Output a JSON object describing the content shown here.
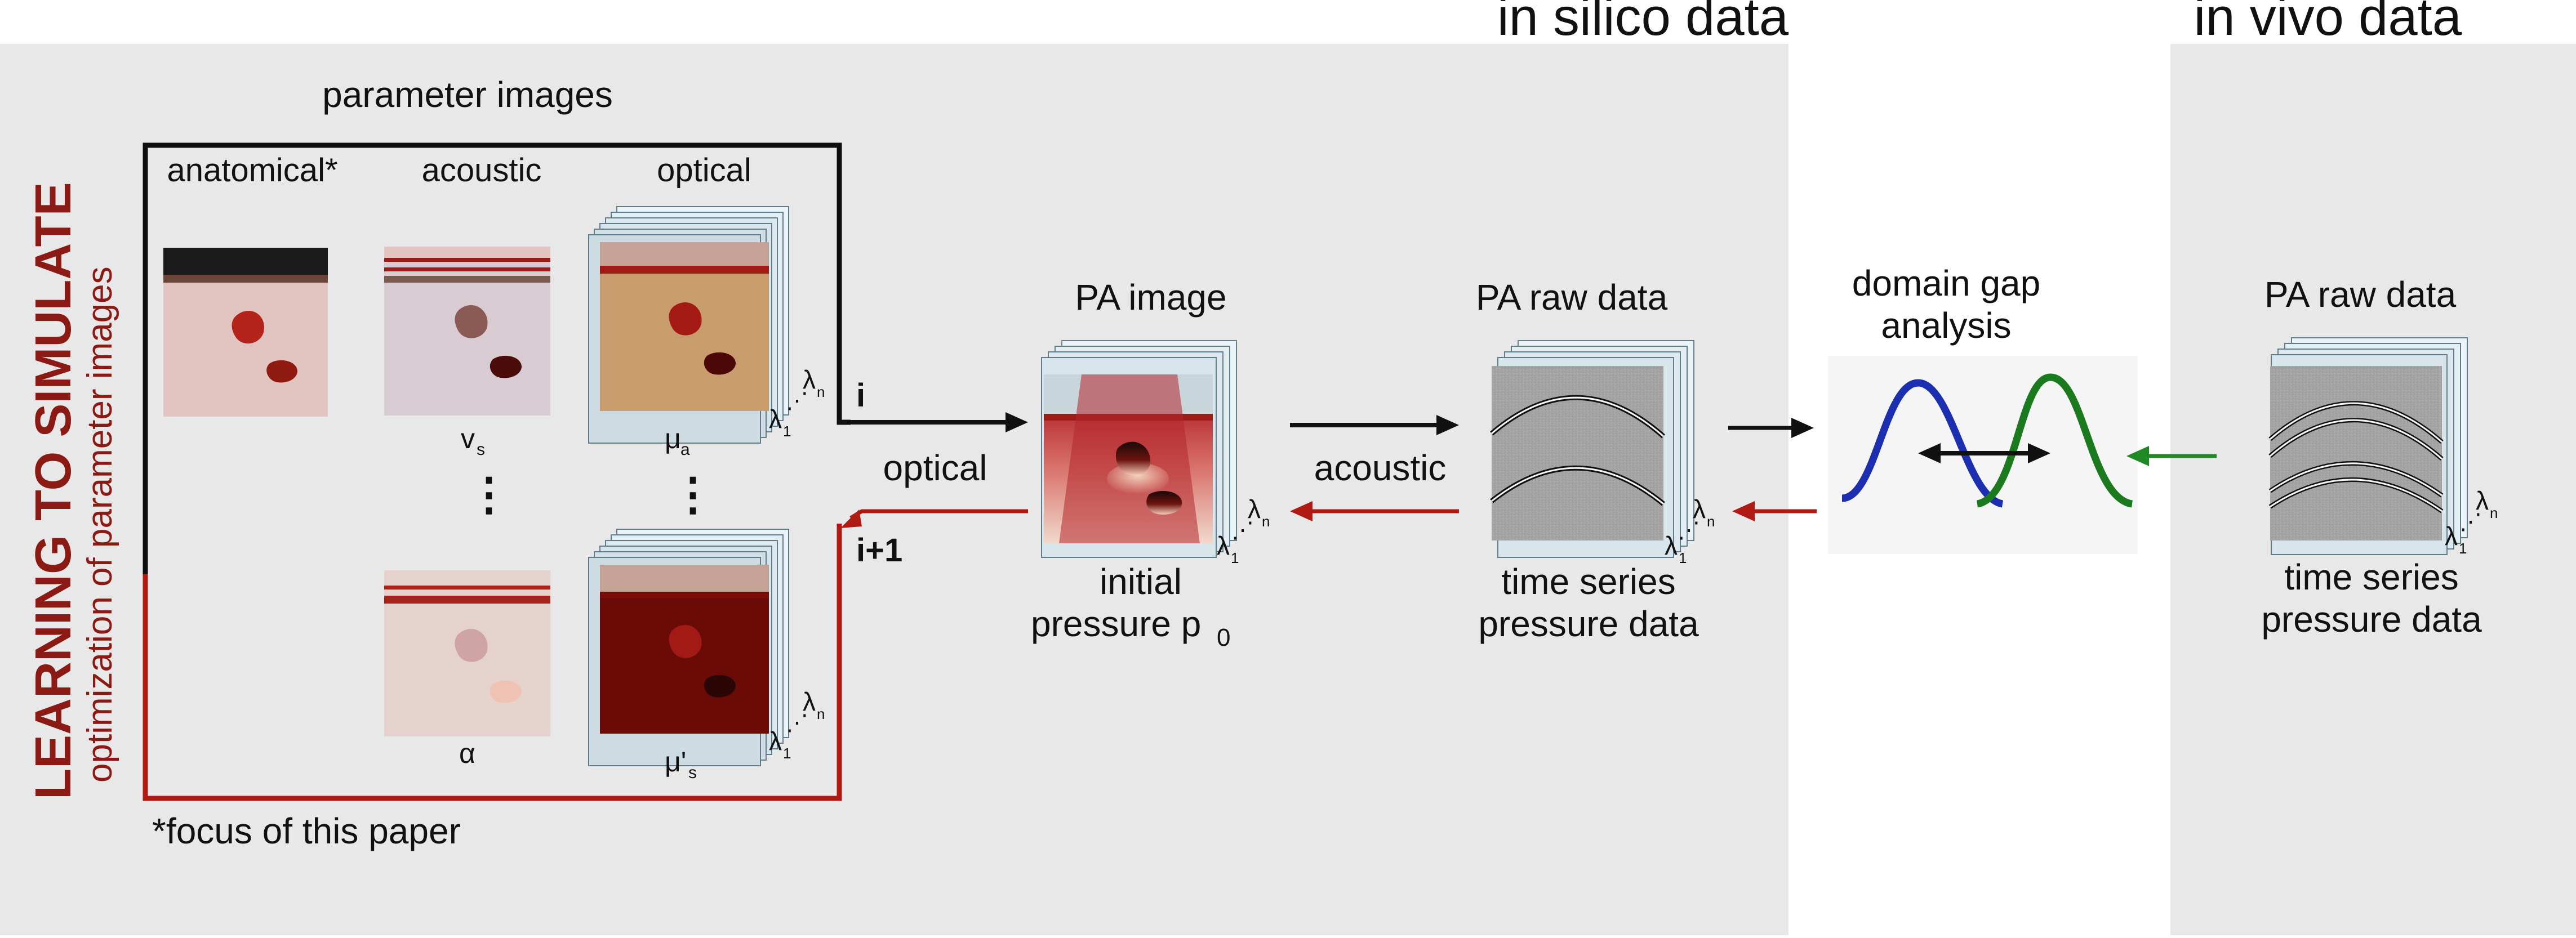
{
  "headers": {
    "in_silico": "in silico data",
    "in_vivo": "in vivo data"
  },
  "learning": {
    "title": "LEARNING TO SIMULATE",
    "subtitle": "optimization of parameter images"
  },
  "parameter_images": {
    "title": "parameter images",
    "anatomical": "anatomical*",
    "acoustic": "acoustic",
    "optical": "optical",
    "vs_main": "v",
    "vs_sub": "s",
    "mua_main": "μ",
    "mua_sub": "a",
    "alpha": "α",
    "mus_main": "μ'",
    "mus_sub": "s",
    "ellipsis": "⋮",
    "footnote": "*focus of this paper"
  },
  "wavelength": {
    "first": "λ",
    "first_sub": "1",
    "last": "λ",
    "last_sub": "n",
    "dots": "⋰"
  },
  "loop": {
    "i": "i",
    "i_plus_1": "i+1",
    "optical": "optical",
    "acoustic": "acoustic"
  },
  "pa_image": {
    "title": "PA image",
    "caption_line1": "initial",
    "caption_line2": "pressure p",
    "caption_sub": "0"
  },
  "pa_raw_silico": {
    "title": "PA raw data",
    "caption_line1": "time series",
    "caption_line2": "pressure data"
  },
  "domain_gap": {
    "title_line1": "domain gap",
    "title_line2": "analysis"
  },
  "pa_raw_vivo": {
    "title": "PA raw data",
    "caption_line1": "time series",
    "caption_line2": "pressure data"
  },
  "colors": {
    "panel_gray": "#e8e8e8",
    "loop_black": "#111111",
    "loop_red": "#b11a12",
    "title_red": "#8b1a14",
    "gaussian_blue": "#1c2fb0",
    "gaussian_green": "#1b7a1e",
    "arrow_green": "#1f8a24"
  },
  "icons": [
    "arrow-right-icon",
    "arrow-left-icon",
    "double-arrow-icon"
  ]
}
